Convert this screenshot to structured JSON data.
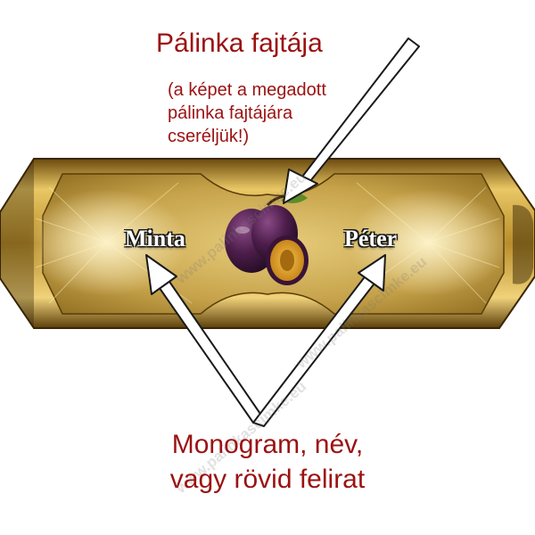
{
  "title": "Pálinka fajtája",
  "note_lines": [
    "(a képet a megadott",
    "pálinka fajtájára",
    "cseréljük!)"
  ],
  "label": {
    "name_left": "Minta",
    "name_right": "Péter",
    "fruit_image": "plum-icon"
  },
  "bottom_lines": [
    "Monogram, név,",
    "vagy rövid felirat"
  ],
  "watermark": "www.palinkascimke.eu",
  "colors": {
    "caption_text": "#9b1212",
    "label_gold": "#c9a13a",
    "label_dark": "#7a5a12",
    "plum": "#4a1a3a",
    "plum_flesh": "#d9a020"
  }
}
